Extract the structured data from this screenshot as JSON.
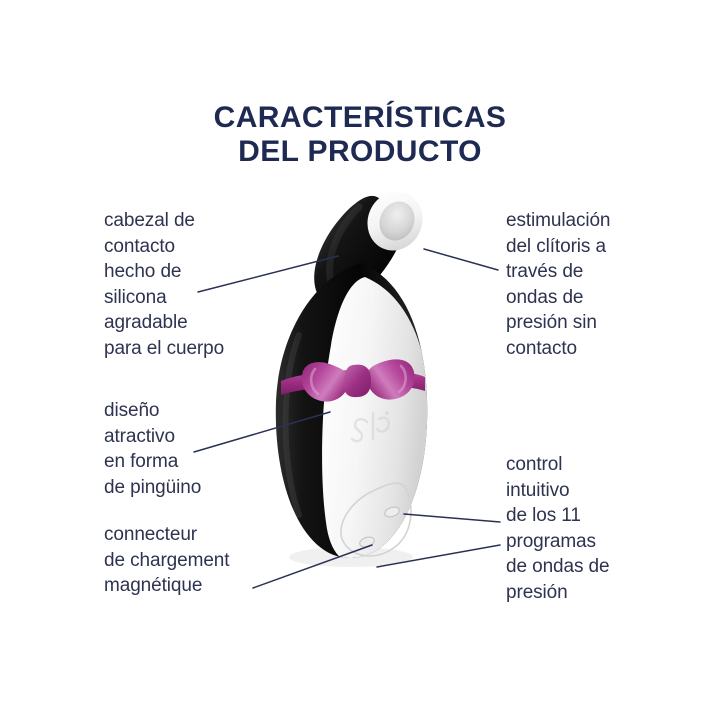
{
  "title": {
    "line1": "CARACTERÍSTICAS",
    "line2": "DEL PRODUCTO"
  },
  "callouts": {
    "head": "cabezal de\ncontacto\nhecho de\nsilicona\nagradable\npara el cuerpo",
    "design": "diseño\natractivo\nen forma\nde pingüino",
    "charging": "connecteur\nde chargement\nmagnétique",
    "stimulation": "estimulación\ndel clítoris a\ntravés de\nondas de\npresión sin\ncontacto",
    "control": "control\nintuitivo\nde los 11\nprogramas\nde ondas de\npresión"
  },
  "product": {
    "name": "penguin-shaped-pressure-wave-stimulator",
    "body_color": "#121212",
    "belly_color": "#f2f2f2",
    "bowtie_color": "#a8348c",
    "bowtie_highlight": "#c76bb5",
    "nozzle_ring_color": "#fbfbfb",
    "nozzle_inner_color": "#d8d8d8",
    "brand_mark": "satisfyer-logo"
  },
  "colors": {
    "background": "#ffffff",
    "title_navy": "#1e2a52",
    "text_navy": "#2e3350",
    "leader_line": "#2b3154"
  }
}
